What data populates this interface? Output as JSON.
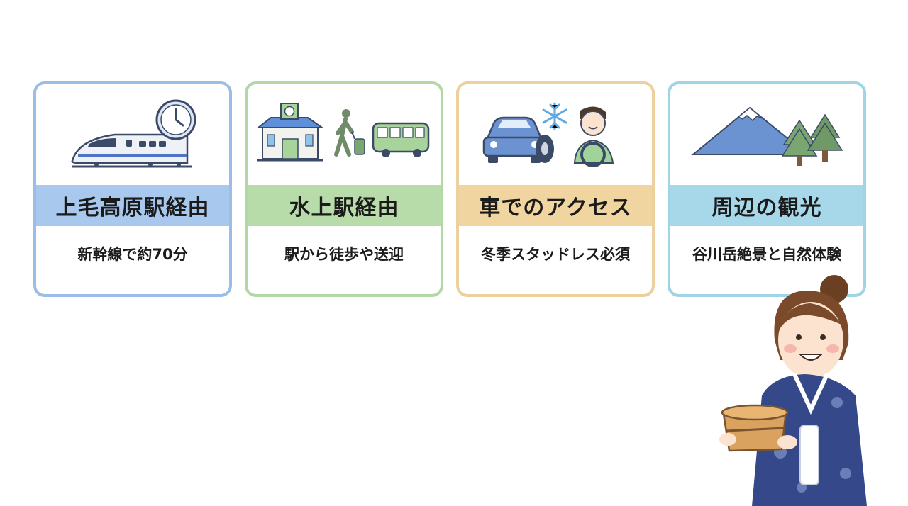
{
  "colors": {
    "card1_border": "#9bbde6",
    "card1_band": "#a9c8ee",
    "card2_border": "#b3d8a6",
    "card2_band": "#b8dca9",
    "card3_border": "#ecd19f",
    "card3_band": "#f0d5a1",
    "card4_border": "#9ed4e6",
    "card4_band": "#a6d8e9"
  },
  "cards": [
    {
      "title": "上毛高原駅経由",
      "subtitle": "新幹線で約70分",
      "icons": [
        "shinkansen-icon",
        "clock-icon"
      ]
    },
    {
      "title": "水上駅経由",
      "subtitle": "駅から徒歩や送迎",
      "icons": [
        "station-icon",
        "walking-traveler-icon",
        "bus-icon"
      ]
    },
    {
      "title": "車でのアクセス",
      "subtitle": "冬季スタッドレス必須",
      "icons": [
        "car-icon",
        "snowflake-icon",
        "tire-icon",
        "driver-icon"
      ]
    },
    {
      "title": "周辺の観光",
      "subtitle": "谷川岳絶景と自然体験",
      "icons": [
        "mountain-icon",
        "tree-icon"
      ]
    }
  ],
  "mascot": {
    "icon": "yukata-woman-illustration"
  }
}
